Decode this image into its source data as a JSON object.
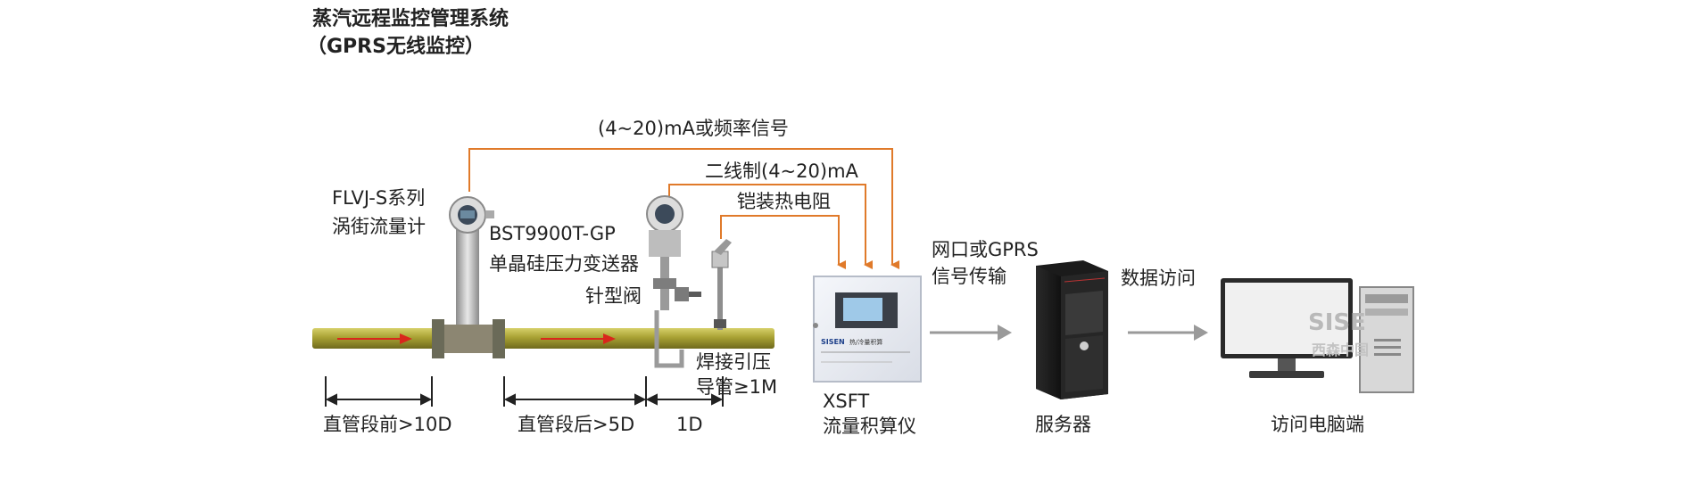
{
  "title": {
    "line1": "蒸汽远程监控管理系统",
    "line2": "（GPRS无线监控）"
  },
  "signals": {
    "top": "(4~20)mA或频率信号",
    "two_wire": "二线制(4~20)mA",
    "rtd": "铠装热电阻"
  },
  "devices": {
    "flowmeter": {
      "line1": "FLVJ-S系列",
      "line2": "涡街流量计"
    },
    "transmitter": {
      "line1": "BST9900T-GP",
      "line2": "单晶硅压力变送器"
    },
    "needle_valve": "针型阀",
    "impulse_pipe": {
      "line1": "焊接引压",
      "line2": "导管≥1M"
    },
    "calculator": {
      "line1": "XSFT",
      "line2": "流量积算仪",
      "panel_brand": "SISEN",
      "panel_text": "热/冷量积算"
    },
    "network": {
      "line1": "网口或GPRS",
      "line2": "信号传输"
    },
    "data_access": "数据访问",
    "server": "服务器",
    "pc": "访问电脑端"
  },
  "dimensions": {
    "upstream": "直管段前>10D",
    "downstream": "直管段后>5D",
    "one_d": "1D"
  },
  "watermark": {
    "line1": "SISE",
    "line2": "西森中国"
  },
  "colors": {
    "signal_line": "#e07a2a",
    "pipe": "#a9a234",
    "flow_arrow": "#d9261c",
    "gray_arrow": "#9a9a9a",
    "text": "#222222"
  }
}
